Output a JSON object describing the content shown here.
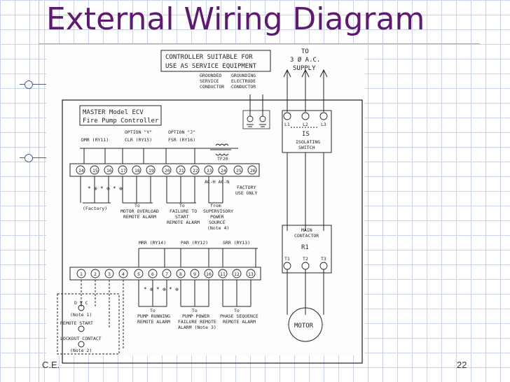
{
  "slide": {
    "title": "External Wiring Diagram",
    "footer_left": "C.E.",
    "page_number": "22"
  },
  "diagram": {
    "controller_note": [
      "CONTROLLER SUITABLE FOR",
      "USE AS SERVICE EQUIPMENT"
    ],
    "grounded_conductor": [
      "GROUNDED",
      "SERVICE",
      "CONDUCTOR"
    ],
    "grounding_electrode": [
      "GROUNDING",
      "ELECTRODE",
      "CONDUCTOR"
    ],
    "supply": [
      "TO",
      "3 Ø A.C.",
      "SUPPLY"
    ],
    "master_title": [
      "MASTER Model ECV",
      "Fire Pump Controller"
    ],
    "option_y": "OPTION \"Y\"",
    "option_j": "OPTION \"J\"",
    "dmr": "DMR (RY11)",
    "clr": "CLR (RY15)",
    "fsr": "FSR (RY16)",
    "tf20": "TF20",
    "top_terminals": [
      "14",
      "15",
      "16",
      "17",
      "18",
      "19",
      "20",
      "21",
      "22",
      "23",
      "24",
      "25",
      "26"
    ],
    "ac_labels": "AC-H  AC-N",
    "factory_use": [
      "FACTORY",
      "USE ONLY"
    ],
    "factory": "(Factory)",
    "to_motor_overload": [
      "To",
      "MOTOR OVERLOAD",
      "REMOTE ALARM"
    ],
    "to_failure_start": [
      "To",
      "FAILURE TO",
      "START",
      "REMOTE ALARM"
    ],
    "from_supervisory": [
      "from",
      "SUPERVISORY",
      "POWER",
      "SOURCE",
      "(Note 4)"
    ],
    "l_terminals": [
      "L1",
      "L2",
      "L3"
    ],
    "is_label": "IS",
    "isolating_switch": [
      "ISOLATING",
      "SWITCH"
    ],
    "main_contactor": [
      "MAIN",
      "CONTACTOR"
    ],
    "r1": "R1",
    "t_terminals": [
      "T1",
      "T2",
      "T3"
    ],
    "motor": "MOTOR",
    "mrr": "MRR (RY14)",
    "par": "PAR (RY12)",
    "srr": "SRR (RY13)",
    "bottom_terminals": [
      "1",
      "2",
      "3",
      "4",
      "5",
      "6",
      "7",
      "8",
      "9",
      "10",
      "11",
      "12",
      "13"
    ],
    "dvc": "D V C",
    "note1": "(Note 1)",
    "remote_start": "REMOTE START",
    "lockout_contact": "LOCKOUT CONTACT",
    "note2": "(Note 2)",
    "to_pump_running": [
      "To",
      "PUMP RUNNING",
      "REMOTE ALARM"
    ],
    "to_pump_power": [
      "To",
      "PUMP POWER",
      "FAILURE REMOTE",
      "ALARM (Note 3)"
    ],
    "to_phase_sequence": [
      "To",
      "PHASE SEQUENCE",
      "REMOTE ALARM"
    ]
  }
}
